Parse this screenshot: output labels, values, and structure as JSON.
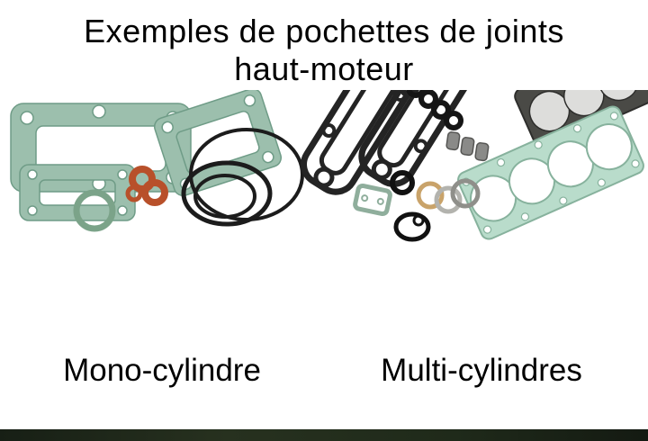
{
  "page": {
    "title_line1": "Exemples de pochettes de joints",
    "title_line2": "haut-moteur"
  },
  "captions": {
    "mono": "Mono-cylindre",
    "multi": "Multi-cylindres"
  },
  "colors": {
    "background": "#ffffff",
    "text": "#000000",
    "gasket_green": "#9cbfad",
    "gasket_aqua": "#b9dccb",
    "washer_orange": "#b8502a",
    "rubber_black": "#1c1c1c",
    "footer_bar": "#1f2a1a"
  }
}
